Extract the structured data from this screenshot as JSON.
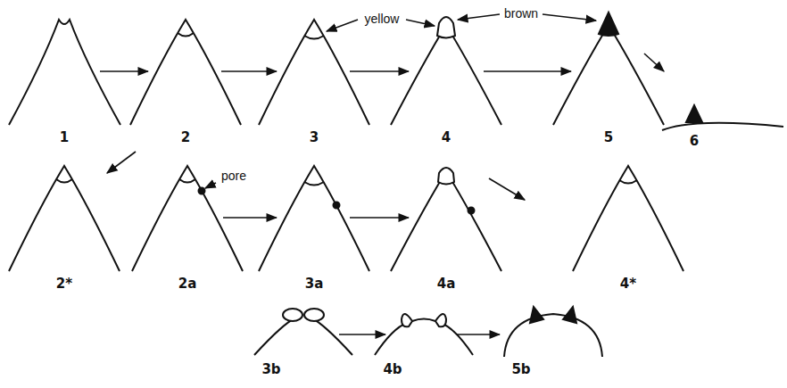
{
  "diagram": {
    "labels": [
      "1",
      "2",
      "3",
      "4",
      "5",
      "6",
      "yellow",
      "brown",
      "pore",
      "2*",
      "2a",
      "3a",
      "4a",
      "4*",
      "3b",
      "4b",
      "5b"
    ]
  }
}
